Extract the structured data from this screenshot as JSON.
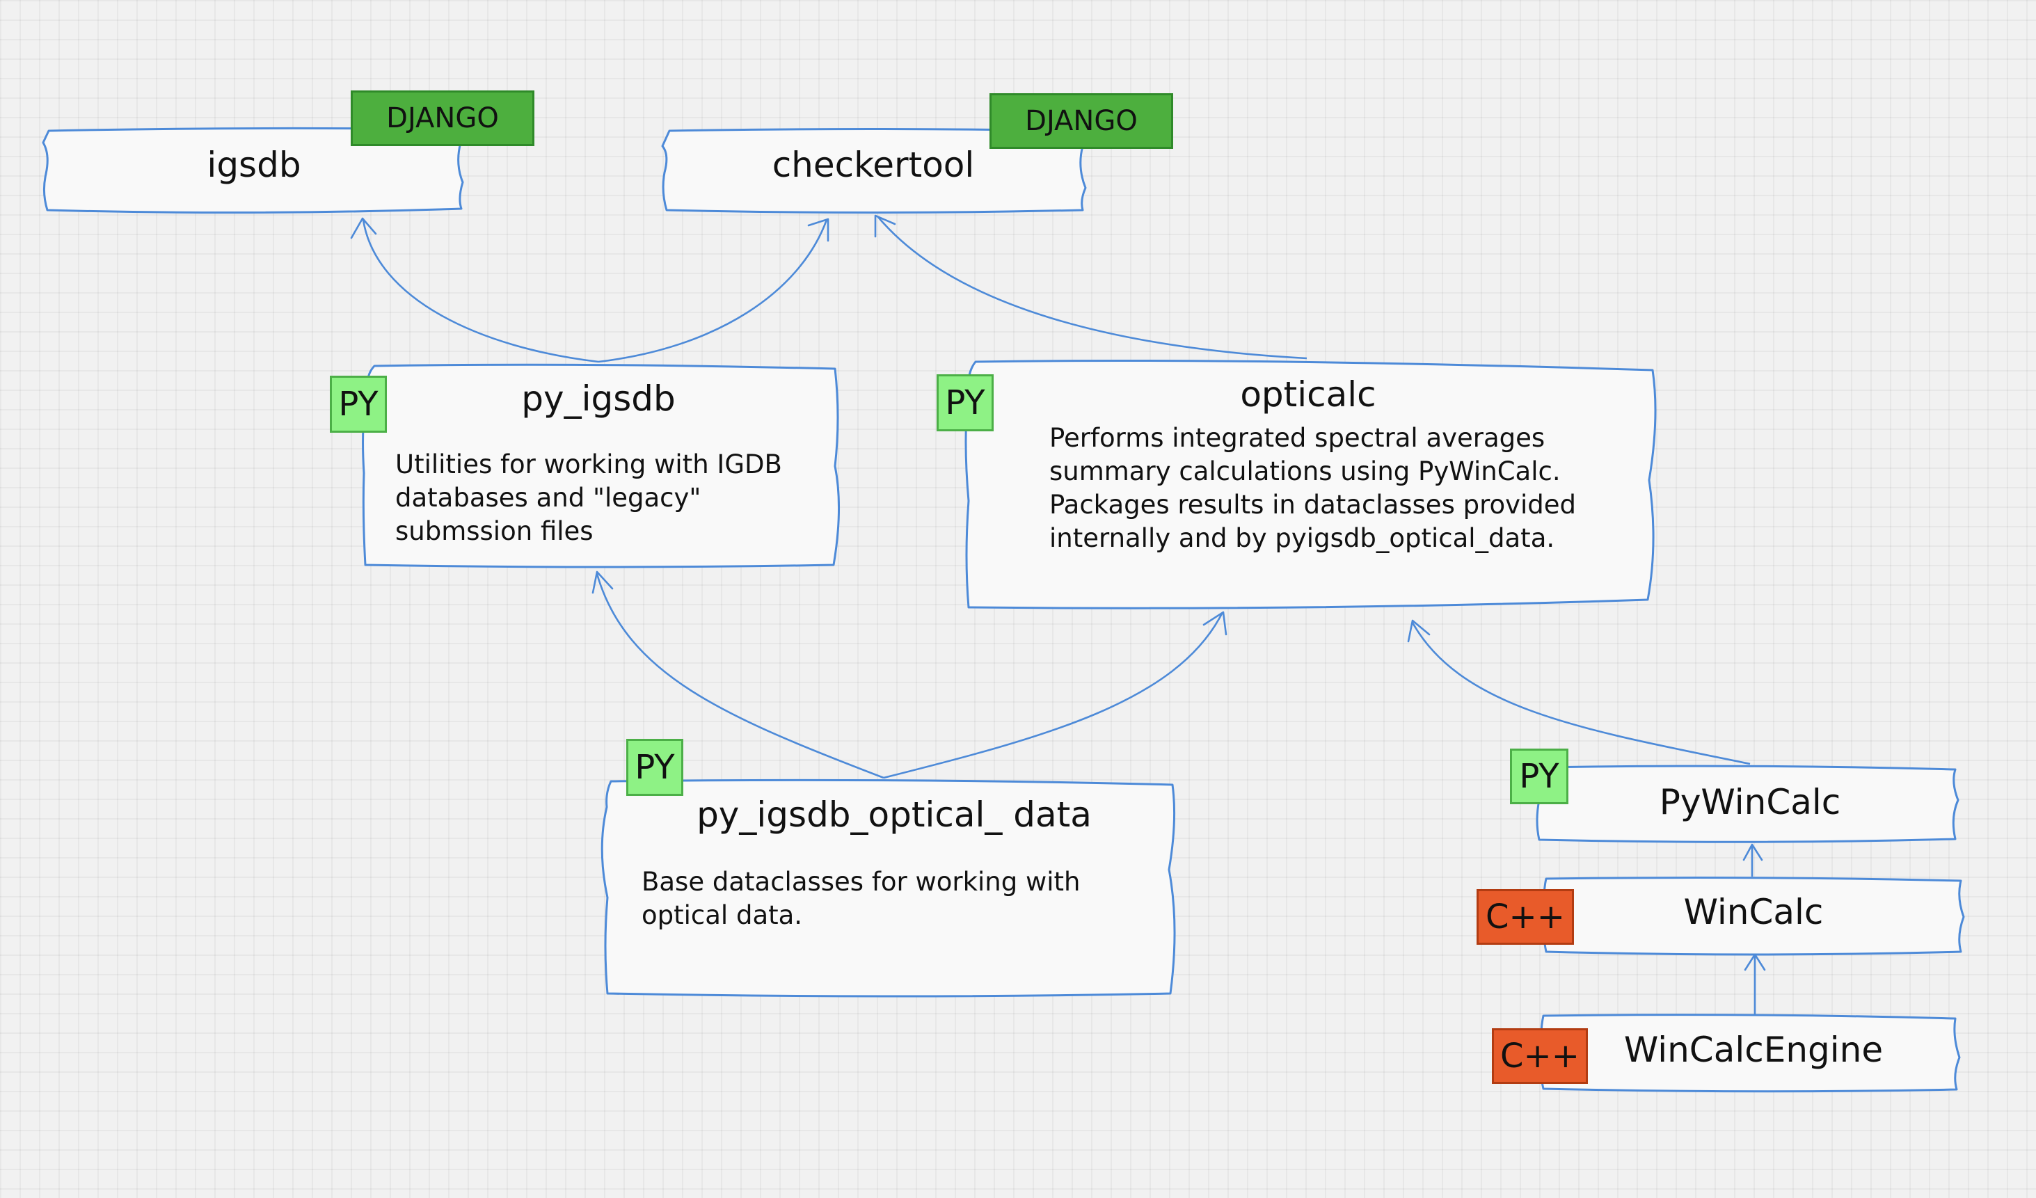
{
  "nodes": {
    "igsdb": {
      "title": "igsdb",
      "tag": "DJANGO"
    },
    "checkertool": {
      "title": "checkertool",
      "tag": "DJANGO"
    },
    "py_igsdb": {
      "title": "py_igsdb",
      "tag": "PY",
      "description": "Utilities for working with IGDB\ndatabases and \"legacy\"\nsubmssion files"
    },
    "opticalc": {
      "title": "opticalc",
      "tag": "PY",
      "description": "Performs integrated spectral averages\nsummary calculations using PyWinCalc.\nPackages results in dataclasses provided\ninternally and by pyigsdb_optical_data."
    },
    "py_igsdb_optical_data": {
      "title": "py_igsdb_optical_  data",
      "tag": "PY",
      "description": "Base dataclasses for working with\noptical data."
    },
    "pywincalc": {
      "title": "PyWinCalc",
      "tag": "PY"
    },
    "wincalc": {
      "title": "WinCalc",
      "tag": "C++"
    },
    "wincalcengine": {
      "title": "WinCalcEngine",
      "tag": "C++"
    }
  },
  "edges": [
    {
      "from": "py_igsdb",
      "to": "igsdb"
    },
    {
      "from": "py_igsdb",
      "to": "checkertool"
    },
    {
      "from": "opticalc",
      "to": "checkertool"
    },
    {
      "from": "py_igsdb_optical_data",
      "to": "py_igsdb"
    },
    {
      "from": "py_igsdb_optical_data",
      "to": "opticalc"
    },
    {
      "from": "pywincalc",
      "to": "opticalc"
    },
    {
      "from": "wincalc",
      "to": "pywincalc"
    },
    {
      "from": "wincalcengine",
      "to": "wincalc"
    }
  ],
  "colors": {
    "line": "#4d8ad8",
    "django_tag": "#4daf3e",
    "py_tag": "#8ef285",
    "cpp_tag": "#e85b2a",
    "box_fill": "#f9f9f9"
  }
}
